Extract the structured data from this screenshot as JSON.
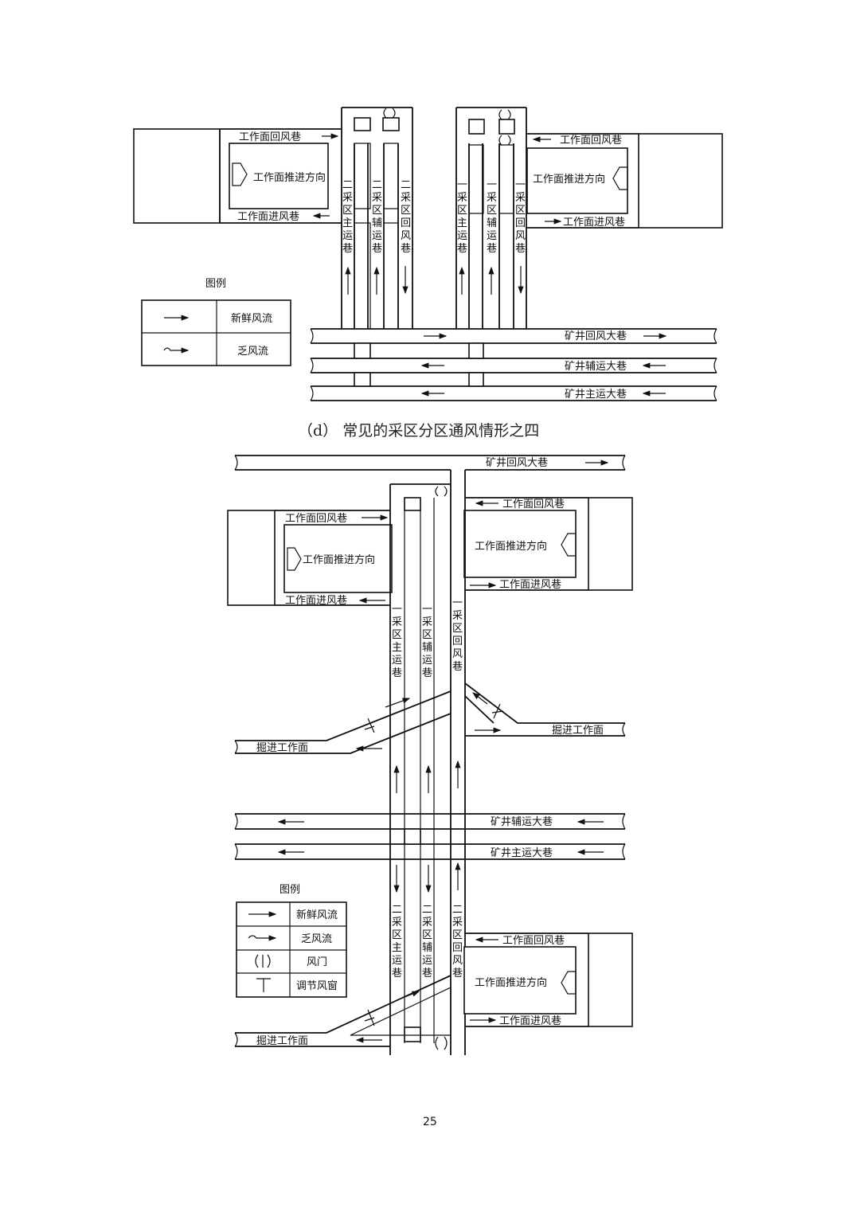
{
  "diagram_top": {
    "left": {
      "return_roadway": "工作面回风巷",
      "intake_roadway": "工作面进风巷",
      "advance_direction": "工作面推进方向"
    },
    "right": {
      "return_roadway": "工作面回风巷",
      "intake_roadway": "工作面进风巷",
      "advance_direction": "工作面推进方向"
    },
    "vertical_labels": {
      "zone2_haulage": [
        "二",
        "采",
        "区",
        "主",
        "运",
        "巷"
      ],
      "zone2_aux": [
        "二",
        "采",
        "区",
        "辅",
        "运",
        "巷"
      ],
      "zone2_return": [
        "二",
        "采",
        "区",
        "回",
        "风",
        "巷"
      ],
      "zone1_haulage": [
        "一",
        "采",
        "区",
        "主",
        "运",
        "巷"
      ],
      "zone1_aux": [
        "一",
        "采",
        "区",
        "辅",
        "运",
        "巷"
      ],
      "zone1_return": [
        "一",
        "采",
        "区",
        "回",
        "风",
        "巷"
      ]
    },
    "mains": {
      "return": "矿井回风大巷",
      "aux": "矿井辅运大巷",
      "haulage": "矿井主运大巷"
    },
    "legend": {
      "title": "图例",
      "rows": [
        {
          "icon": "fresh-air-arrow",
          "label": "新鲜风流"
        },
        {
          "icon": "stale-air-arrow",
          "label": "乏风流"
        }
      ]
    }
  },
  "caption": "（d） 常见的采区分区通风情形之四",
  "diagram_bottom": {
    "mains": {
      "return": "矿井回风大巷",
      "aux": "矿井辅运大巷",
      "haulage": "矿井主运大巷"
    },
    "upper_left": {
      "return_roadway": "工作面回风巷",
      "intake_roadway": "工作面进风巷",
      "advance_direction": "工作面推进方向"
    },
    "upper_right": {
      "return_roadway": "工作面回风巷",
      "intake_roadway": "工作面进风巷",
      "advance_direction": "工作面推进方向"
    },
    "lower_right": {
      "return_roadway": "工作面回风巷",
      "intake_roadway": "工作面进风巷",
      "advance_direction": "工作面推进方向"
    },
    "headings": {
      "mid_right": "掘进工作面",
      "mid_left": "掘进工作面",
      "bottom_left": "掘进工作面"
    },
    "vertical_labels": {
      "upper_haulage": [
        "一",
        "采",
        "区",
        "主",
        "运",
        "巷"
      ],
      "upper_aux": [
        "一",
        "采",
        "区",
        "辅",
        "运",
        "巷"
      ],
      "upper_return": [
        "一",
        "采",
        "区",
        "回",
        "风",
        "巷"
      ],
      "lower_haulage": [
        "二",
        "采",
        "区",
        "主",
        "运",
        "巷"
      ],
      "lower_aux": [
        "二",
        "采",
        "区",
        "辅",
        "运",
        "巷"
      ],
      "lower_return": [
        "二",
        "采",
        "区",
        "回",
        "风",
        "巷"
      ]
    },
    "legend": {
      "title": "图例",
      "rows": [
        {
          "icon": "fresh-air-arrow",
          "label": "新鲜风流"
        },
        {
          "icon": "stale-air-arrow",
          "label": "乏风流"
        },
        {
          "icon": "air-door-icon",
          "label": "风门"
        },
        {
          "icon": "regulator-window-icon",
          "label": "调节风窗"
        }
      ]
    }
  },
  "page_number": "25"
}
